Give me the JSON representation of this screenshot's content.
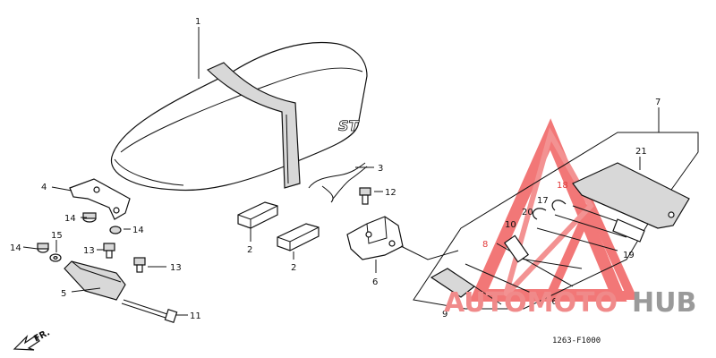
{
  "diagram_code": "1263-F1000",
  "direction_label": "FR.",
  "watermark": {
    "part1": "AUTOMOTO",
    "part2": "HUB",
    "accent_color": "#f08a8a"
  },
  "seat_emblem": "ST",
  "callouts": [
    "1",
    "2",
    "2",
    "3",
    "4",
    "5",
    "6",
    "7",
    "8",
    "9",
    "10",
    "11",
    "12",
    "13",
    "13",
    "14",
    "14",
    "14",
    "15",
    "16",
    "17",
    "18",
    "19",
    "20",
    "21"
  ]
}
